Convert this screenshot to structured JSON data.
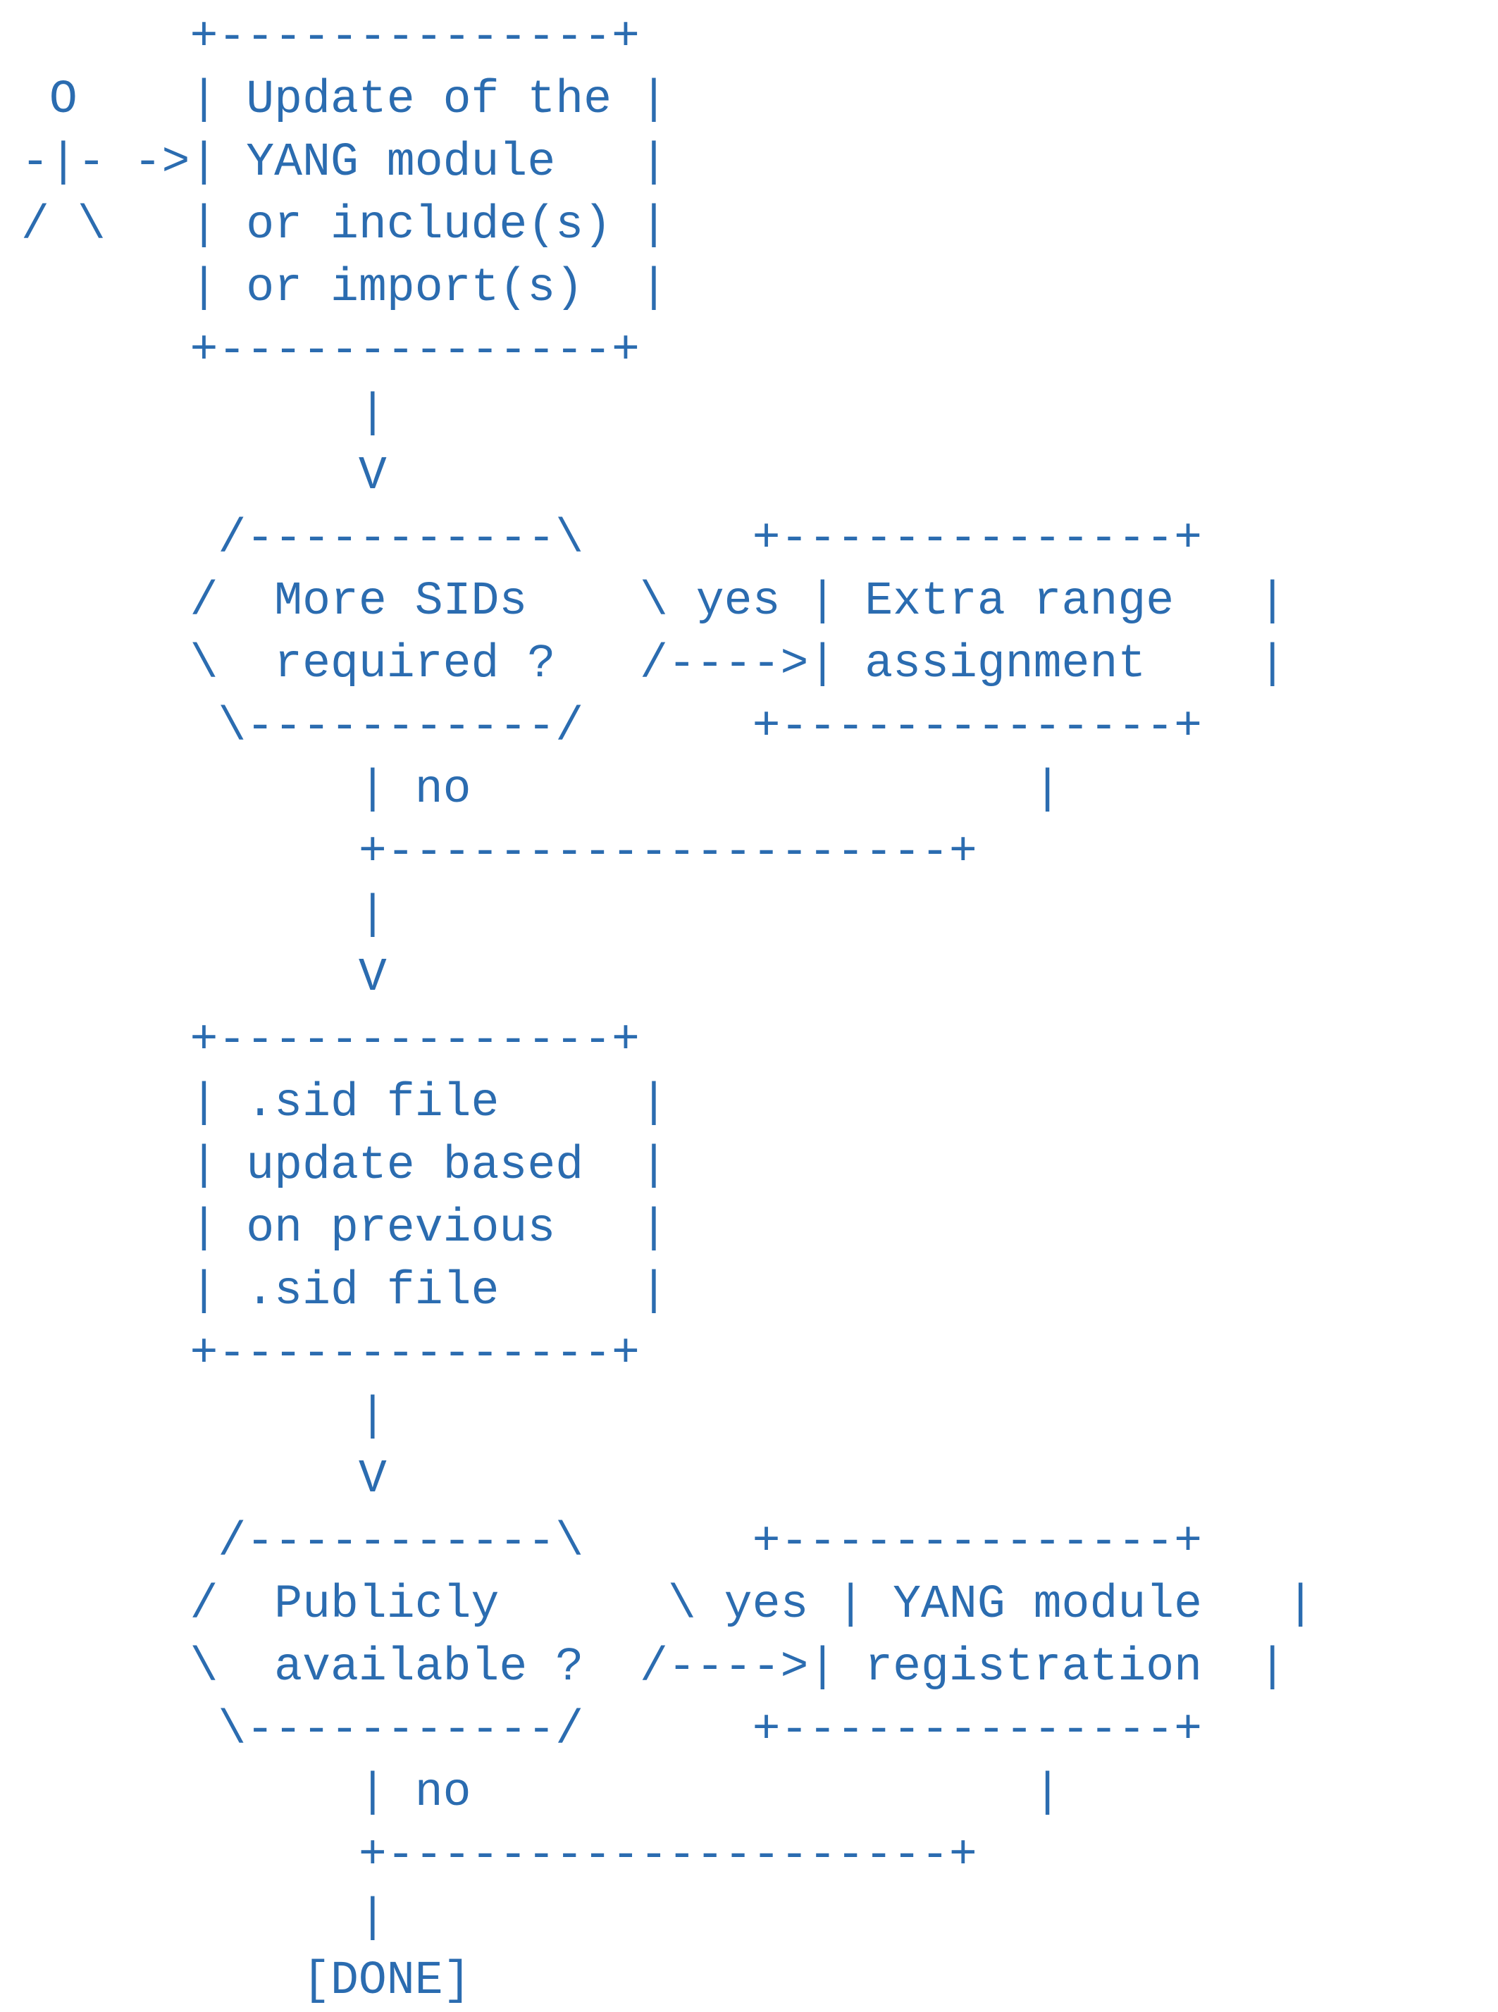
{
  "diagram": {
    "lines": [
      "      +--------------+",
      " O    | Update of the |",
      "-|- ->| YANG module   |",
      "/ \\   | or include(s) |",
      "      | or import(s)  |",
      "      +--------------+",
      "            |",
      "            V",
      "       /-----------\\      +--------------+",
      "      /  More SIDs    \\ yes | Extra range   |",
      "      \\  required ?   /---->| assignment    |",
      "       \\-----------/      +--------------+",
      "            | no                    |",
      "            +--------------------+",
      "            |",
      "            V",
      "      +--------------+",
      "      | .sid file     |",
      "      | update based  |",
      "      | on previous   |",
      "      | .sid file     |",
      "      +--------------+",
      "            |",
      "            V",
      "       /-----------\\      +--------------+",
      "      /  Publicly      \\ yes | YANG module   |",
      "      \\  available ?  /---->| registration  |",
      "       \\-----------/      +--------------+",
      "            | no                    |",
      "            +--------------------+",
      "            |",
      "          [DONE]"
    ]
  },
  "colors": {
    "text": "#2b6cb0",
    "background": "#ffffff"
  }
}
